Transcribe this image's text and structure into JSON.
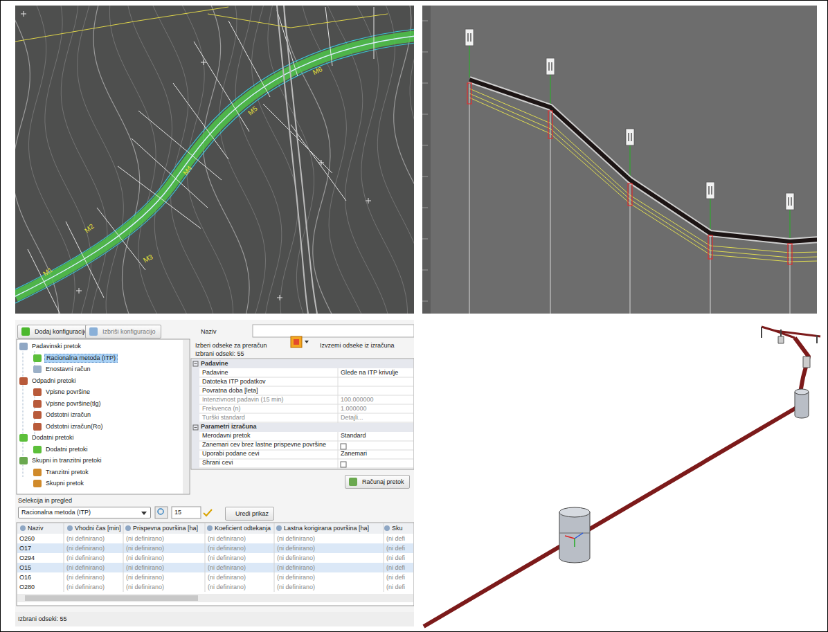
{
  "diagram": {
    "nodes": [
      {
        "text": [
          "Dodaj konfiguracijo"
        ]
      },
      {
        "text": [
          "Izbriši konfiguracijo"
        ]
      },
      {
        "text": [
          "Računaj pretok"
        ]
      },
      {
        "text": [
          "Racionalna metoda (ITP)"
        ]
      },
      {
        "text": [
          "Uredi prikaz"
        ]
      }
    ],
    "labels": [
      "Naziv",
      "Padavinski pretok",
      "Racionalna metoda (ITP)",
      "Enostavni račun",
      "Odpadni pretoki",
      "Vpisne površine",
      "Vpisne površine(tlg)",
      "Odstotni izračun",
      "Odstotni izračun(Ro)",
      "Dodatni pretoki",
      "Dodatni pretoki",
      "Skupni in tranzitni pretoki",
      "Tranzitni pretok",
      "Skupni pretok",
      "Izberi odseke za preračun",
      "Izbrani odseki: 55",
      "Izvzemi odseke iz izračuna",
      "Padavine",
      "Padavine",
      "Glede na ITP krivulje",
      "Datoteka ITP podatkov",
      "Povratna doba [leta]",
      "Intenzivnost padavin (15 min)",
      "100.000000",
      "Frekvenca (n)",
      "1.000000",
      "Turški standard",
      "Detajli...",
      "Parametri izračuna",
      "Merodavni pretok",
      "Standard",
      "Zanemari cev brez lastne prispevne površine",
      "Uporabi podane cevi",
      "Zanemari",
      "Shrani cevi",
      "Selekcija in pregled",
      "15",
      "Naziv",
      "Vhodni čas [min]",
      "Prispevna površina [ha]",
      "Koeficient odtekanja",
      "Lastna korigirana površina [ha]",
      "Sku",
      "O260",
      "(ni definirano)",
      "(ni definirano)",
      "(ni definirano)",
      "(ni definirano)",
      "(ni defi",
      "O17",
      "(ni definirano)",
      "(ni definirano)",
      "(ni definirano)",
      "(ni definirano)",
      "(ni defi",
      "O294",
      "(ni definirano)",
      "(ni definirano)",
      "(ni definirano)",
      "(ni definirano)",
      "(ni defi",
      "O15",
      "(ni definirano)",
      "(ni definirano)",
      "(ni definirano)",
      "(ni definirano)",
      "(ni defi",
      "O16",
      "(ni definirano)",
      "(ni definirano)",
      "(ni definirano)",
      "(ni definirano)",
      "(ni defi",
      "O280",
      "(ni definirano)",
      "(ni definirano)",
      "(ni definirano)",
      "(ni definirano)",
      "(ni defi",
      "Izbrani odseki: 55",
      "M1",
      "M2",
      "M3",
      "M4",
      "M5",
      "M6"
    ]
  }
}
